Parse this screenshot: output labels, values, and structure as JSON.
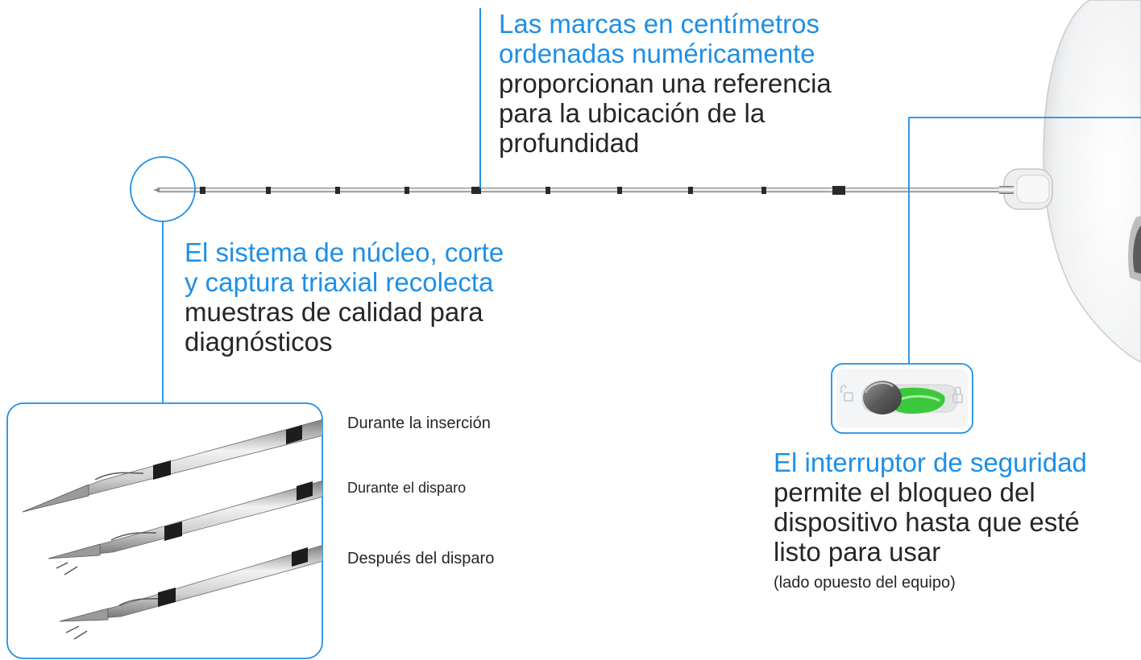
{
  "callouts": {
    "depth_marks": {
      "highlight": [
        "Las marcas en centímetros",
        "ordenadas numéricamente"
      ],
      "body": [
        "proporcionan una referencia",
        "para la ubicación de la",
        "profundidad"
      ]
    },
    "triaxial": {
      "highlight": [
        "El sistema de núcleo, corte",
        "y captura triaxial recolecta"
      ],
      "body": [
        "muestras de calidad para",
        "diagnósticos"
      ]
    },
    "safety_switch": {
      "highlight": [
        "El interruptor de seguridad"
      ],
      "body": [
        "permite el bloqueo del",
        "dispositivo hasta que esté",
        "listo para usar"
      ],
      "note": "(lado opuesto del equipo)"
    }
  },
  "needle_states": [
    "Durante la inserción",
    "Durante el disparo",
    "Después del disparo"
  ],
  "colors": {
    "accent": "#1e8fe6",
    "text": "#262626",
    "marker": "#2a2a2a",
    "switch_green": "#3cc83c"
  }
}
